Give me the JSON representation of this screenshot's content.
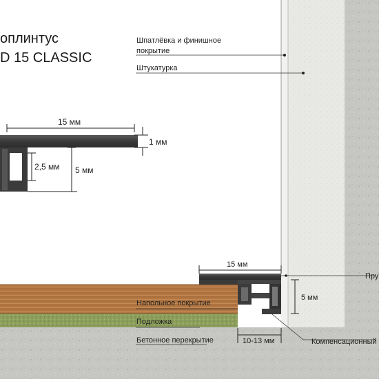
{
  "title": {
    "line1": "оплинтус",
    "line2": "D 15 CLASSIC"
  },
  "callouts": {
    "putty": [
      "Шпатлёвка и финишное",
      "покрытие"
    ],
    "plaster": "Штукатурка",
    "floor_covering": "Напольное покрытие",
    "underlay": "Подложка",
    "concrete_slab": "Бетонное перекрытие",
    "compensation": "Компенсационный",
    "profile_cut": "Пру"
  },
  "profile_dimensions": {
    "width": "15 мм",
    "thickness": "1 мм",
    "slot": "2,5 мм",
    "height": "5 мм"
  },
  "install_dimensions": {
    "width": "15 мм",
    "height": "5 мм",
    "gap": "10-13 мм"
  },
  "colors": {
    "aluminium": "#3d3d3d",
    "wood": "#b57a45",
    "underlay": "#8ea060",
    "concrete": "#c9c9c6",
    "plaster": "#e9e9e6"
  }
}
